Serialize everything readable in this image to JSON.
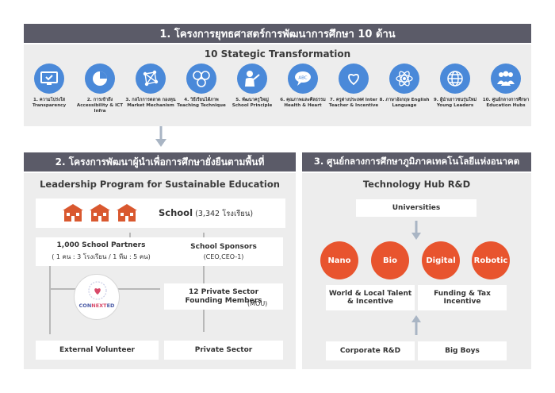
{
  "section1": {
    "bar_title": "1. โครงการยุทธศาสตร์การพัฒนาการศึกษา 10 ด้าน",
    "title": "10 Stategic Transformation",
    "items": [
      {
        "label": "1. ความโปร่งใส Transparency",
        "icon": "monitor-check-icon"
      },
      {
        "label": "2. การเข้าถึง Accessibility & ICT Infra",
        "icon": "pie-chart-icon"
      },
      {
        "label": "3. กลไกการตลาด กองทุน Market Mechanism",
        "icon": "network-icon"
      },
      {
        "label": "4. วิธีเรียนได้ภาพ Teaching Technique",
        "icon": "faces-icon"
      },
      {
        "label": "5. พัฒนาครูใหญ่ School Principle",
        "icon": "teacher-icon"
      },
      {
        "label": "6. คุณภาพและศีลธรรม Health & Heart",
        "icon": "speech-bubble-icon"
      },
      {
        "label": "7. ครูต่างประเทศ Inter Teacher & Incentive",
        "icon": "hands-heart-icon"
      },
      {
        "label": "8. ภาษาอังกฤษ English Language",
        "icon": "atom-icon"
      },
      {
        "label": "9. ผู้นำเยาวชนรุ่นใหม่ Young Leaders",
        "icon": "globe-icon"
      },
      {
        "label": "10. ศูนย์กลางการศึกษา Education Hubs",
        "icon": "people-icon"
      }
    ]
  },
  "section2": {
    "bar_title": "2. โครงการพัฒนาผู้นำเพื่อการศึกษายั่งยืนตามพื้นที่",
    "title": "Leadership Program for Sustainable Education",
    "school": "School",
    "school_count": "(3,342 โรงเรียน)",
    "partners": "1,000 School Partners",
    "partners_sub": "( 1 คน : 3 โรงเรียน / 1 ทีม : 5 คน)",
    "sponsors": "School Sponsors",
    "sponsors_sub": "(CEO,CEO-1)",
    "founding": "12 Private Sector Founding Members",
    "founding_sub": "(MOU)",
    "logo_text_a": "CON",
    "logo_text_b": "NEXT",
    "logo_text_c": "ED",
    "volunteer": "External Volunteer",
    "private": "Private Sector"
  },
  "section3": {
    "bar_title": "3. ศูนย์กลางการศึกษาภูมิภาคเทคโนโลยีแห่งอนาคต",
    "title": "Technology Hub R&D",
    "universities": "Universities",
    "circles": [
      "Nano",
      "Bio",
      "Digital",
      "Robotic"
    ],
    "talent": "World & Local Talent & Incentive",
    "funding": "Funding & Tax Incentive",
    "corporate": "Corporate R&D",
    "bigboys": "Big Boys"
  },
  "colors": {
    "bar": "#5b5b68",
    "icon_blue": "#4a89d9",
    "accent_red": "#e8542e",
    "panel": "#ededed"
  }
}
